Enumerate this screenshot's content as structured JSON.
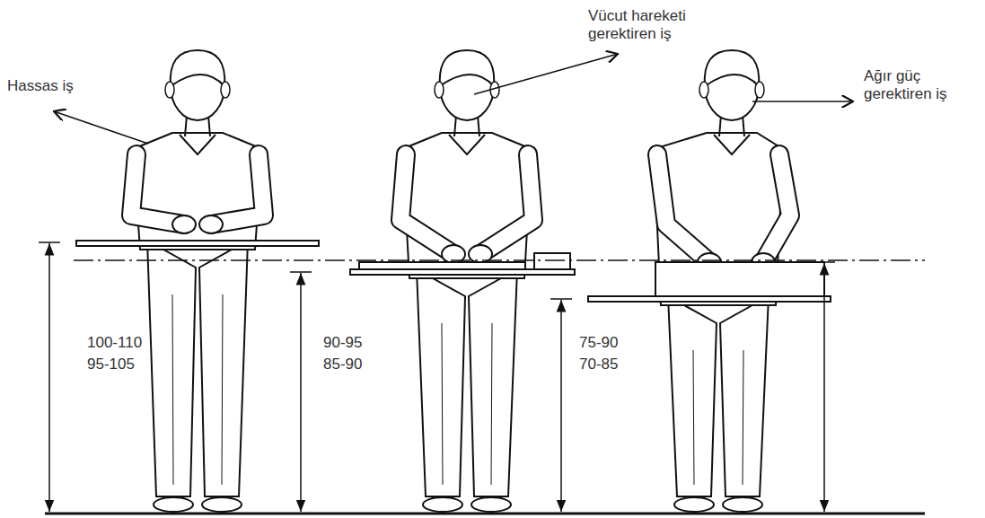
{
  "diagram": {
    "labels": [
      "Hassas iş",
      "Vücut hareketi gerektiren iş",
      "Ağır güç gerektiren iş",
      "100-110",
      "95-105",
      "90-95",
      "85-90",
      "75-90",
      "70-85"
    ]
  }
}
